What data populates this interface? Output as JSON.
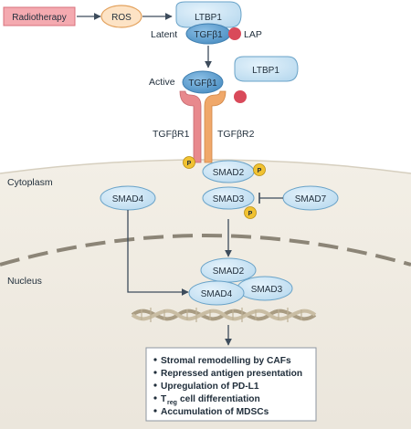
{
  "nodes": {
    "radiotherapy": "Radiotherapy",
    "ros": "ROS",
    "ltbp1_latent": "LTBP1",
    "tgfb1_latent": "TGFβ1",
    "latent": "Latent",
    "lap": "LAP",
    "active": "Active",
    "tgfb1_active": "TGFβ1",
    "ltbp1_free": "LTBP1",
    "tgfbr1": "TGFβR1",
    "tgfbr2": "TGFβR2",
    "smad2": "SMAD2",
    "smad3": "SMAD3",
    "smad4": "SMAD4",
    "smad7": "SMAD7",
    "smad2_nuc": "SMAD2",
    "smad4_nuc": "SMAD4",
    "smad3_nuc": "SMAD3",
    "p": "P"
  },
  "regions": {
    "cytoplasm": "Cytoplasm",
    "nucleus": "Nucleus"
  },
  "outcomes": {
    "items": [
      "Stromal remodelling by CAFs",
      "Repressed antigen presentation",
      "Upregulation of PD-L1",
      "cell differentiation",
      "Accumulation of MDSCs"
    ],
    "treg_main": "T",
    "treg_sub": "reg"
  },
  "colors": {
    "radiotherapy_fill": "#f4aab0",
    "ros_fill": "#fde3c5",
    "protein_fill": "#c7e3f4",
    "protein_stroke": "#6aa3c8",
    "tgfb_fill": "#5d9fd0",
    "lap_red": "#d94a5a",
    "phospho": "#f1c232",
    "membrane": "#efeae0",
    "receptor_r1": "#e8898d",
    "receptor_r2": "#f0a86a",
    "arrow": "#3d4c5c"
  }
}
